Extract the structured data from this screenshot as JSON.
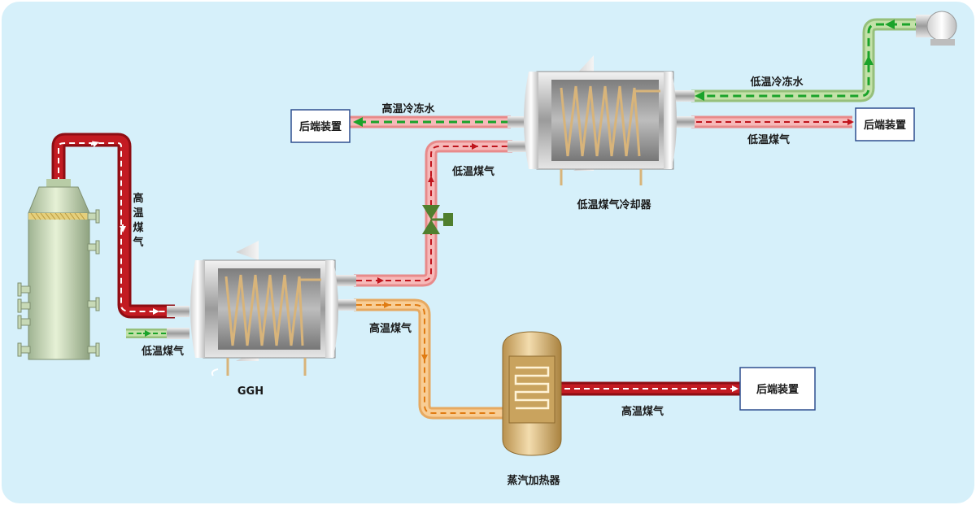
{
  "labels": {
    "hot_gas_vertical": [
      "高",
      "温",
      "煤",
      "气"
    ],
    "low_gas_left": "低温煤气",
    "ggh": "GGH",
    "hot_gas_mid": "高温煤气",
    "low_gas_mid": "低温煤气",
    "cooler": "低温煤气冷却器",
    "hot_chill_water": "高温冷冻水",
    "low_chill_water": "低温冷冻水",
    "low_gas_right": "低温煤气",
    "steam_heater": "蒸汽加热器",
    "hot_gas_bottom": "高温煤气"
  },
  "boxes": {
    "back_top_left": "后端装置",
    "back_top_right": "后端装置",
    "back_bottom": "后端装置"
  },
  "colors": {
    "background": "#d6f0fa",
    "hot_pipe": "#b5121b",
    "light_red_pipe": "#f0a0a0",
    "orange_pipe": "#f5c283",
    "green_pipe": "#b6d89a",
    "box_border": "#2f4f8f"
  }
}
